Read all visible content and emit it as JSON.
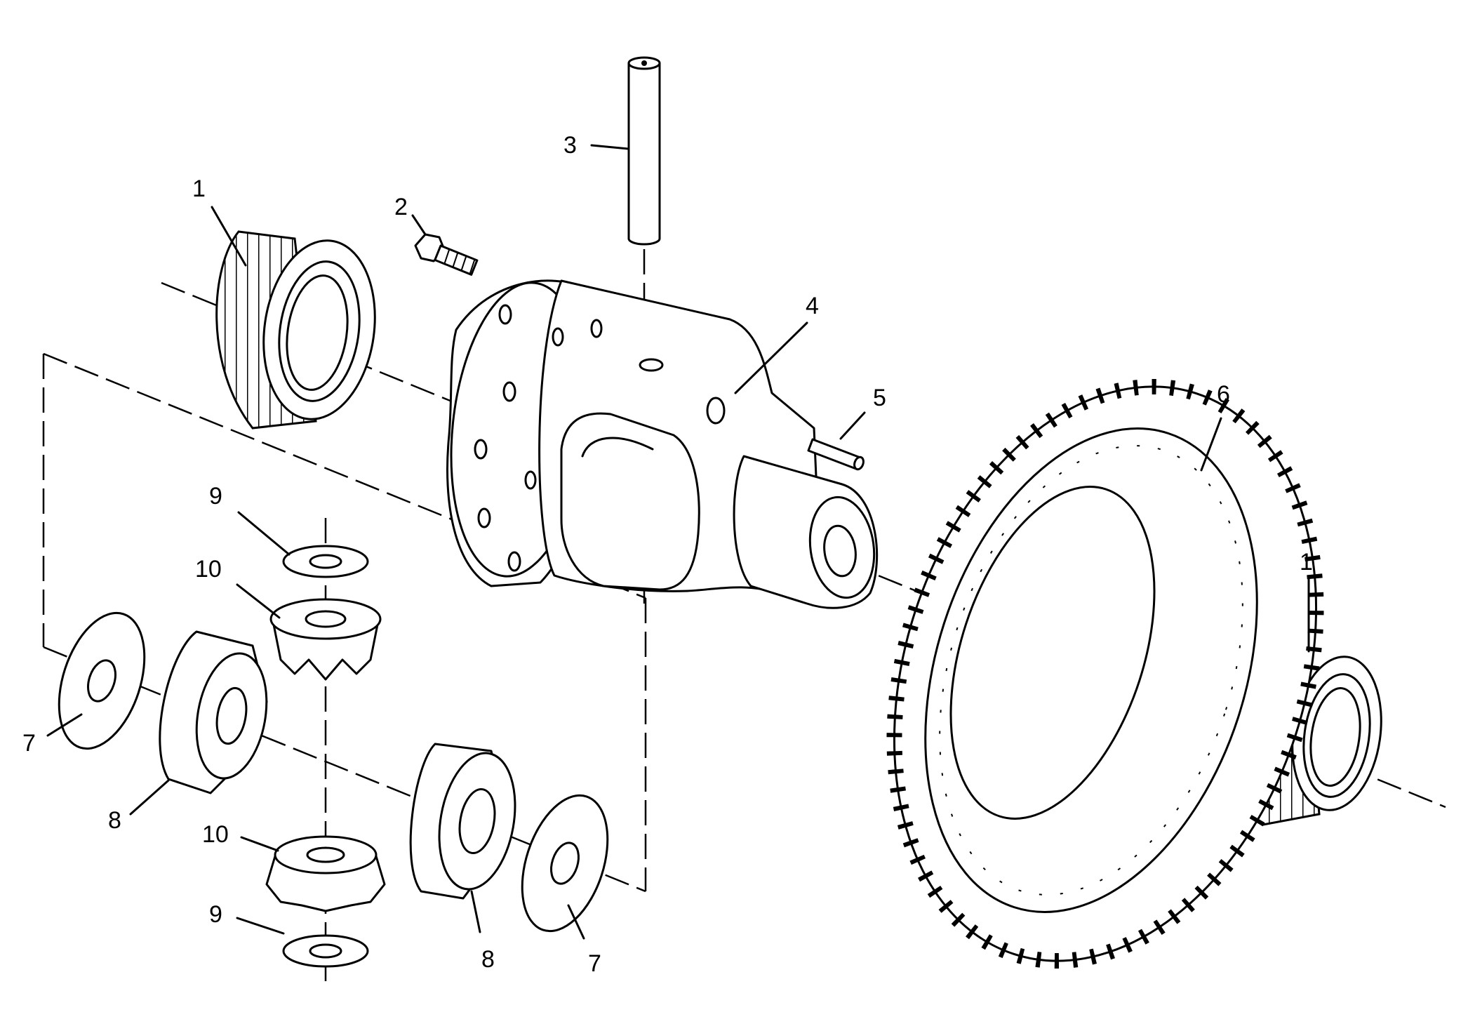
{
  "callouts": [
    {
      "id": "c1a",
      "label": "1"
    },
    {
      "id": "c2",
      "label": "2"
    },
    {
      "id": "c3",
      "label": "3"
    },
    {
      "id": "c4",
      "label": "4"
    },
    {
      "id": "c5",
      "label": "5"
    },
    {
      "id": "c6",
      "label": "6"
    },
    {
      "id": "c1b",
      "label": "1"
    },
    {
      "id": "c9a",
      "label": "9"
    },
    {
      "id": "c10a",
      "label": "10"
    },
    {
      "id": "c7a",
      "label": "7"
    },
    {
      "id": "c8a",
      "label": "8"
    },
    {
      "id": "c10b",
      "label": "10"
    },
    {
      "id": "c9b",
      "label": "9"
    },
    {
      "id": "c8b",
      "label": "8"
    },
    {
      "id": "c7b",
      "label": "7"
    }
  ]
}
